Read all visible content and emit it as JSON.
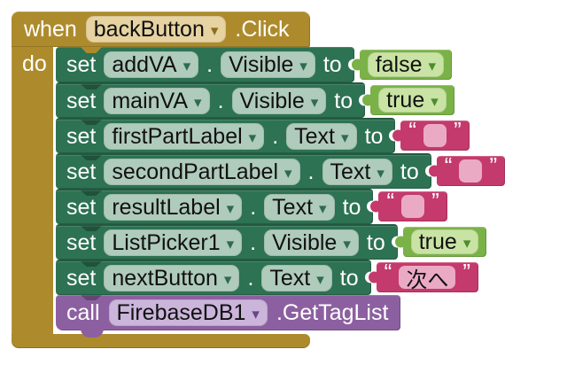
{
  "labels": {
    "when": "when",
    "do": "do",
    "set": "set",
    "to": "to",
    "dot": ".",
    "call": "call"
  },
  "event": {
    "component": "backButton",
    "event_name": ".Click"
  },
  "statements": [
    {
      "component": "addVA",
      "property": "Visible",
      "value": "false"
    },
    {
      "component": "mainVA",
      "property": "Visible",
      "value": "true"
    },
    {
      "component": "firstPartLabel",
      "property": "Text",
      "value": ""
    },
    {
      "component": "secondPartLabel",
      "property": "Text",
      "value": ""
    },
    {
      "component": "resultLabel",
      "property": "Text",
      "value": ""
    },
    {
      "component": "ListPicker1",
      "property": "Visible",
      "value": "true"
    },
    {
      "component": "nextButton",
      "property": "Text",
      "value": "次へ"
    },
    {
      "component": "FirebaseDB1",
      "method": ".GetTagList"
    }
  ],
  "icons": {
    "dropdown_caret": "▾",
    "open_quote": "“",
    "close_quote": "”"
  },
  "colors": {
    "event_block": "#AD8B2D",
    "event_dropdown": "#E6D3A1",
    "setter_block": "#2D7253",
    "setter_dropdown": "#AFCBBB",
    "logic_block": "#7AB248",
    "logic_dropdown": "#C9E3A4",
    "text_block": "#C43A6C",
    "text_field": "#EBAAC4",
    "call_block": "#8C60A0",
    "call_dropdown": "#CBB5DB"
  }
}
